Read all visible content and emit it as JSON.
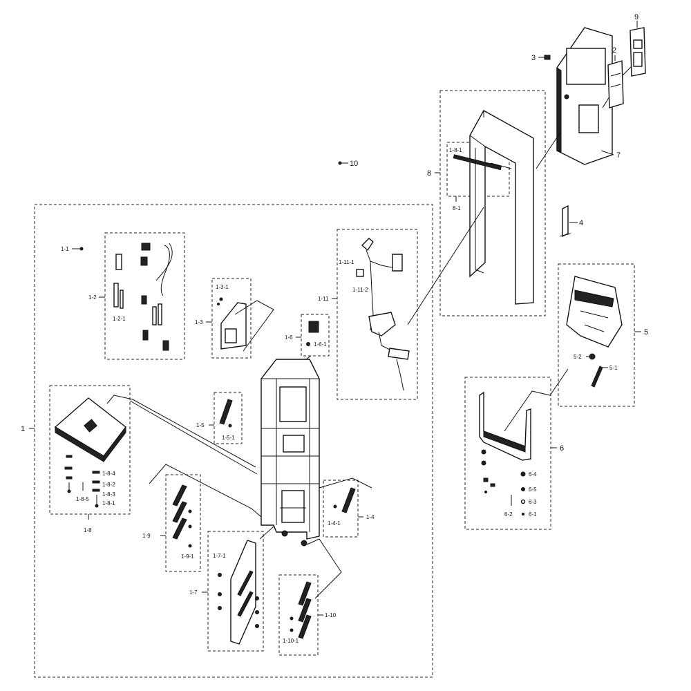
{
  "labels": {
    "l1": "1",
    "l1_1": "1-1",
    "l1_2": "1-2",
    "l1_2_1": "1-2-1",
    "l1_3": "1-3",
    "l1_3_1": "1-3-1",
    "l1_4": "1-4",
    "l1_4_1": "1-4-1",
    "l1_5": "1-5",
    "l1_5_1": "1-5-1",
    "l1_6": "1-6",
    "l1_6_1": "1-6-1",
    "l1_7": "1-7",
    "l1_7_1": "1-7-1",
    "l1_8": "1-8",
    "l1_8_1": "1-8-1",
    "l1_8_2": "1-8-2",
    "l1_8_3": "1-8-3",
    "l1_8_4": "1-8-4",
    "l1_8_5": "1-8-5",
    "l1_9": "1-9",
    "l1_9_1": "1-9-1",
    "l1_10": "1-10",
    "l1_10_1": "1-10-1",
    "l1_11": "1-11",
    "l1_11_1": "1-11-1",
    "l1_11_2": "1-11-2",
    "l2": "2",
    "l3": "3",
    "l4": "4",
    "l5": "5",
    "l5_1": "5-1",
    "l5_2": "5-2",
    "l6": "6",
    "l6_1": "6-1",
    "l6_2": "6-2",
    "l6_3": "6-3",
    "l6_4": "6-4",
    "l6_5": "6-5",
    "l7": "7",
    "l8": "8",
    "l8_1": "8-1",
    "l8_1b": "1-8-1",
    "l9": "9",
    "l10": "10"
  }
}
